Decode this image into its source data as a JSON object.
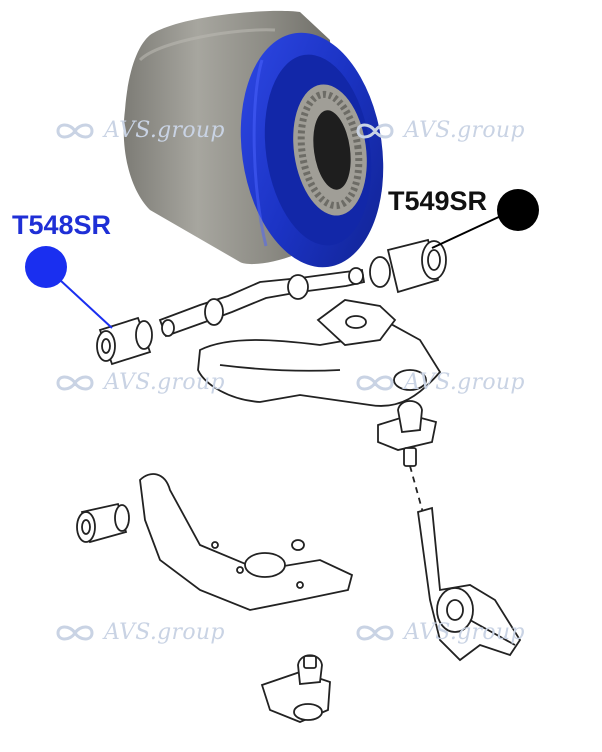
{
  "labels": {
    "left_part_number": "T548SR",
    "right_part_number": "T549SR"
  },
  "watermark": {
    "text": "AVS.group",
    "logo": "infinity-logo-icon"
  },
  "colors": {
    "left_label": "#1f2fd6",
    "left_marker": "#1a2ff0",
    "right_label": "#111111",
    "right_marker": "#000000",
    "bushing_poly": "#1c33c8",
    "bushing_metal": "#8e8e88",
    "watermark": "#c9d3e4"
  }
}
